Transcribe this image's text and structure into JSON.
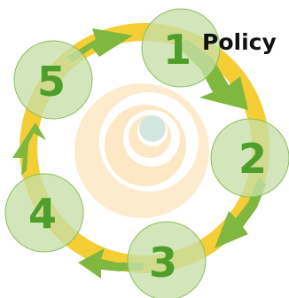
{
  "diagram": {
    "title_label": "Policy",
    "steps": [
      {
        "number": "1"
      },
      {
        "number": "2"
      },
      {
        "number": "3"
      },
      {
        "number": "4"
      },
      {
        "number": "5"
      }
    ],
    "colors": {
      "ring": "#F5CD35",
      "arrow": "#80B73E",
      "step_fill": "#C7DFA8",
      "step_stroke": "#8BBE5A",
      "step_number": "#4E9E2A",
      "swirl": "#FCE8C4",
      "center_dot": "#D3E7E1",
      "label": "#111111"
    }
  }
}
